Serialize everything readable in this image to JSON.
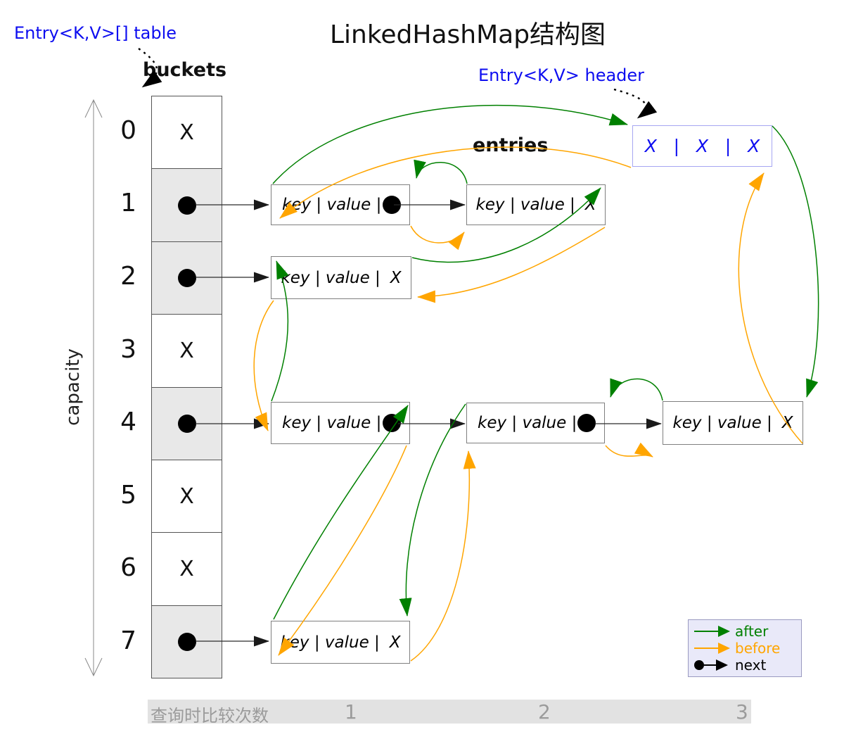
{
  "title": "LinkedHashMap结构图",
  "annotations": {
    "table_label": "Entry<K,V>[] table",
    "buckets_label": "buckets",
    "header_label": "Entry<K,V> header",
    "entries_label": "entries",
    "capacity_label": "capacity"
  },
  "labels": {
    "entry_text": "key | value |",
    "null_symbol": "X"
  },
  "header_node": {
    "text": "X   |   X   |   X"
  },
  "buckets": [
    {
      "index": "0",
      "content": "null"
    },
    {
      "index": "1",
      "content": "pointer"
    },
    {
      "index": "2",
      "content": "pointer"
    },
    {
      "index": "3",
      "content": "null"
    },
    {
      "index": "4",
      "content": "pointer"
    },
    {
      "index": "5",
      "content": "null"
    },
    {
      "index": "6",
      "content": "null"
    },
    {
      "index": "7",
      "content": "pointer"
    }
  ],
  "entries": [
    {
      "id": "row1-entry1",
      "fields": "key | value |",
      "next": "pointer"
    },
    {
      "id": "row1-entry2",
      "fields": "key | value |",
      "next": "null"
    },
    {
      "id": "row2-entry1",
      "fields": "key | value |",
      "next": "null"
    },
    {
      "id": "row4-entry1",
      "fields": "key | value |",
      "next": "pointer"
    },
    {
      "id": "row4-entry2",
      "fields": "key | value |",
      "next": "pointer"
    },
    {
      "id": "row4-entry3",
      "fields": "key | value |",
      "next": "null"
    },
    {
      "id": "row7-entry1",
      "fields": "key | value |",
      "next": "null"
    }
  ],
  "relations": {
    "after": [
      {
        "from": "row1-entry1",
        "to": "header"
      },
      {
        "from": "row1-entry2",
        "to": "row1-entry1"
      },
      {
        "from": "row2-entry1",
        "to": "row1-entry2"
      },
      {
        "from": "row4-entry1",
        "to": "row2-entry1"
      },
      {
        "from": "row7-entry1",
        "to": "row4-entry1"
      },
      {
        "from": "row4-entry2",
        "to": "row7-entry1"
      },
      {
        "from": "row4-entry3",
        "to": "row4-entry2"
      },
      {
        "from": "header",
        "to": "row4-entry3"
      }
    ],
    "before": [
      {
        "from": "header",
        "to": "row1-entry1"
      },
      {
        "from": "row1-entry1",
        "to": "row1-entry2"
      },
      {
        "from": "row1-entry2",
        "to": "row2-entry1"
      },
      {
        "from": "row2-entry1",
        "to": "row4-entry1"
      },
      {
        "from": "row4-entry1",
        "to": "row7-entry1"
      },
      {
        "from": "row7-entry1",
        "to": "row4-entry2"
      },
      {
        "from": "row4-entry2",
        "to": "row4-entry3"
      },
      {
        "from": "row4-entry3",
        "to": "header"
      }
    ],
    "next": [
      {
        "from": "bucket-1",
        "to": "row1-entry1"
      },
      {
        "from": "row1-entry1",
        "to": "row1-entry2"
      },
      {
        "from": "bucket-2",
        "to": "row2-entry1"
      },
      {
        "from": "bucket-4",
        "to": "row4-entry1"
      },
      {
        "from": "row4-entry1",
        "to": "row4-entry2"
      },
      {
        "from": "row4-entry2",
        "to": "row4-entry3"
      },
      {
        "from": "bucket-7",
        "to": "row7-entry1"
      }
    ]
  },
  "legend": {
    "items": [
      {
        "label": "after",
        "color": "#008000",
        "type": "line-arrow"
      },
      {
        "label": "before",
        "color": "#FFA500",
        "type": "line-arrow"
      },
      {
        "label": "next",
        "color": "#000000",
        "type": "dot-line-arrow"
      }
    ]
  },
  "footer": {
    "label": "查询时比较次数",
    "counts": [
      "1",
      "2",
      "3"
    ]
  },
  "colors": {
    "after_green": "#008000",
    "before_orange": "#FFA500",
    "pointer_blue": "#0d0df0",
    "bucket_gray": "#e8e8e8",
    "footer_gray": "#e2e2e2"
  }
}
